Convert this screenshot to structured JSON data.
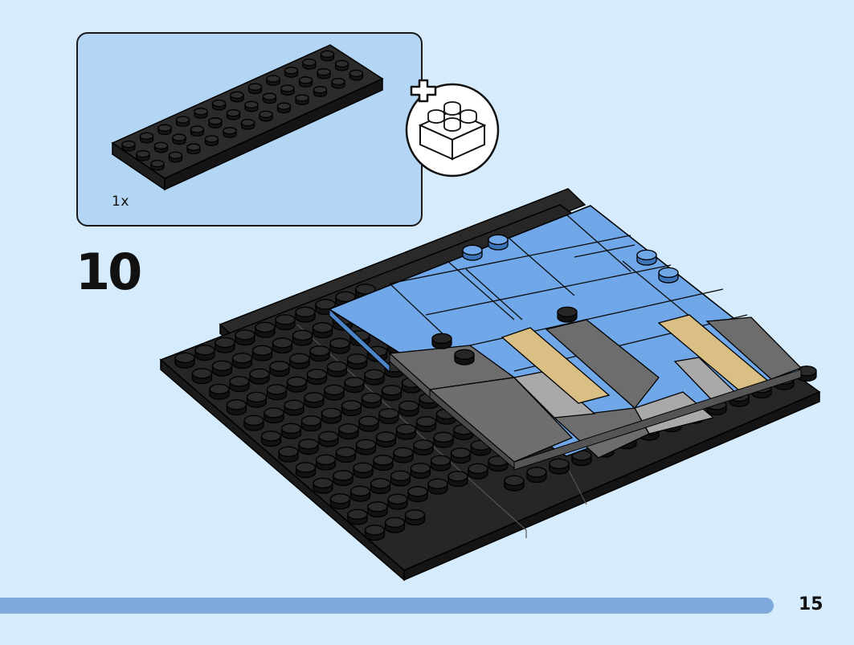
{
  "parts_callout": {
    "quantity_label": "1x",
    "part": "black-plate-icon",
    "indicator": "plus-brick-icon"
  },
  "step": {
    "number": "10"
  },
  "footer": {
    "page_number": "15"
  },
  "colors": {
    "background": "#d6ebfb",
    "callout": "#b3d6f5",
    "brick_black": "#262626",
    "brick_blue": "#6fa7e8",
    "brick_dark_gray": "#6d6d6d",
    "brick_light_gray": "#a9a9a9",
    "brick_tan": "#d9bf84",
    "progress": "#7fa9da"
  }
}
